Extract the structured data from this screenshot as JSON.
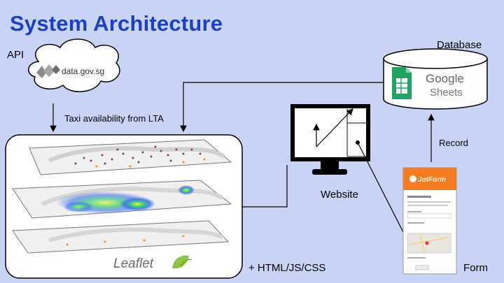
{
  "title": "System Architecture",
  "api": {
    "label": "API",
    "source": "data.gov.sg"
  },
  "database": {
    "label": "Database",
    "brand": "Google",
    "product": "Sheets"
  },
  "arrows": {
    "api_to_map": "Taxi availability from LTA",
    "form_to_db": "Record"
  },
  "website": {
    "label": "Website"
  },
  "map": {
    "library": "Leaflet",
    "extra": "+ HTML/JS/CSS"
  },
  "form": {
    "label": "Form",
    "brand": "JotForm"
  }
}
